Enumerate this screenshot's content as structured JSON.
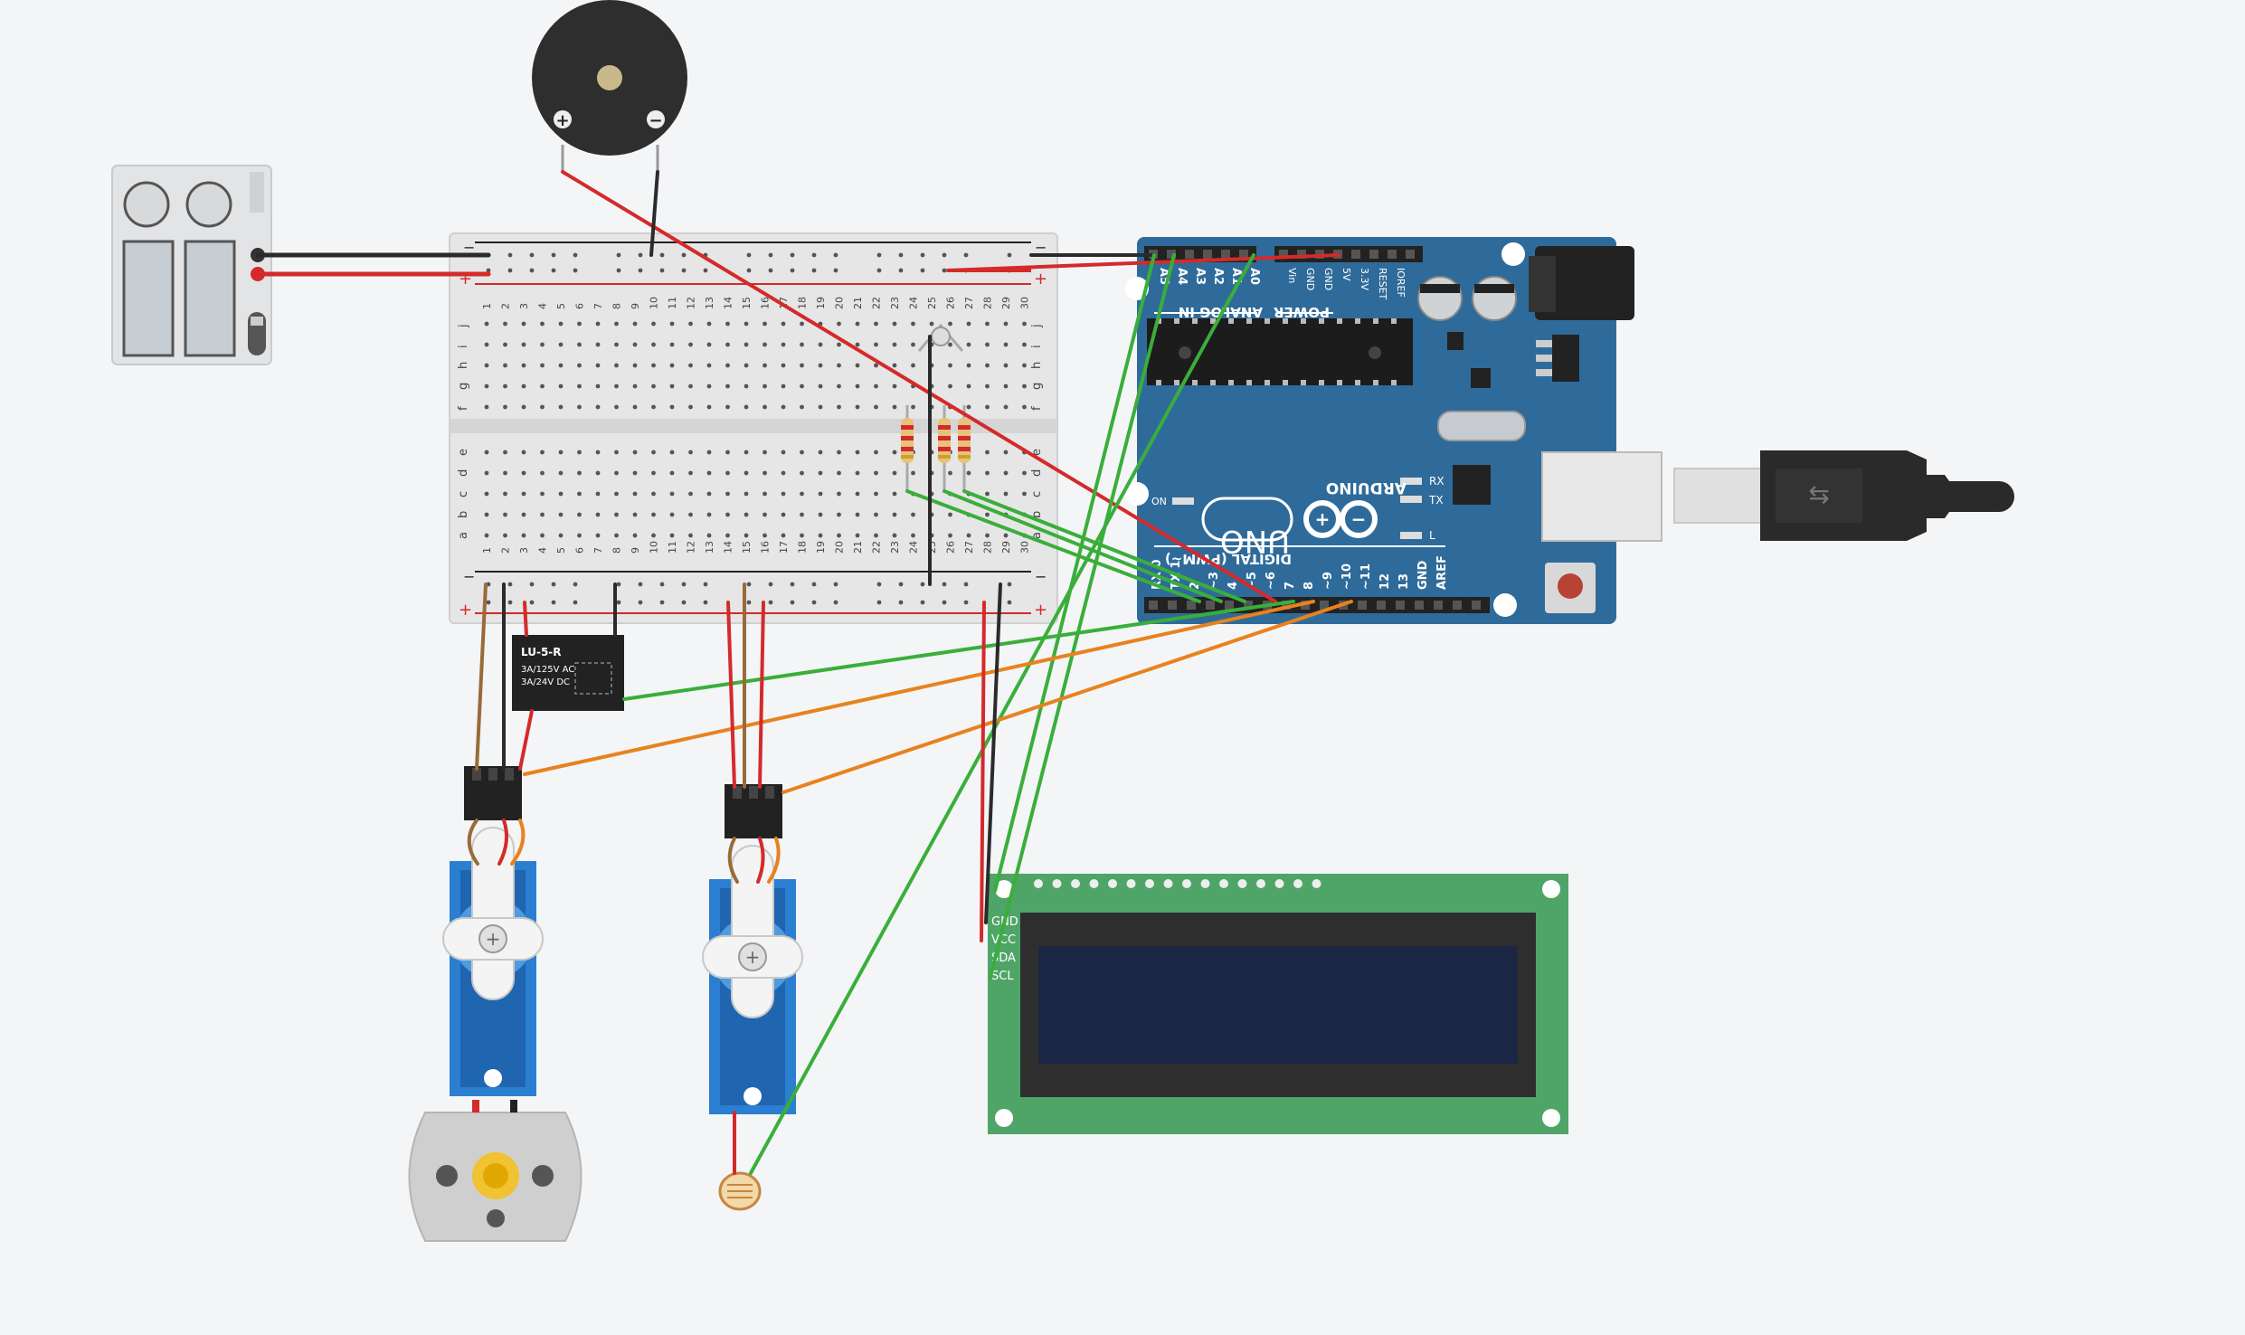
{
  "breadboard": {
    "columns": [
      "1",
      "2",
      "3",
      "4",
      "5",
      "6",
      "7",
      "8",
      "9",
      "10",
      "11",
      "12",
      "13",
      "14",
      "15",
      "16",
      "17",
      "18",
      "19",
      "20",
      "21",
      "22",
      "23",
      "24",
      "25",
      "26",
      "27",
      "28",
      "29",
      "30"
    ],
    "rows_top": [
      "j",
      "i",
      "h",
      "g",
      "f"
    ],
    "rows_bottom": [
      "e",
      "d",
      "c",
      "b",
      "a"
    ],
    "rail_plus": "+",
    "rail_minus": "−"
  },
  "arduino": {
    "brand": "ARDUINO",
    "model": "UNO",
    "analog_header": "ANALOG IN",
    "analog_pins": [
      "A5",
      "A4",
      "A3",
      "A2",
      "A1",
      "A0"
    ],
    "power_header": "POWER",
    "power_pins": [
      "Vin",
      "GND",
      "GND",
      "5V",
      "3.3V",
      "RESET",
      "IOREF"
    ],
    "digital_header": "DIGITAL (PWM~)",
    "digital_pins": [
      "RX 0",
      "TX 1",
      "2",
      "~3",
      "4",
      "~5",
      "~6",
      "7",
      "8",
      "~9",
      "~10",
      "~11",
      "12",
      "13",
      "GND",
      "AREF"
    ],
    "led_on": "ON",
    "led_tx": "TX",
    "led_rx": "RX",
    "led_l": "L"
  },
  "relay": {
    "model": "LU-5-R",
    "rating_ac": "3A/125V AC",
    "rating_dc": "3A/24V DC"
  },
  "lcd": {
    "pins": [
      "GND",
      "VCC",
      "SDA",
      "SCL"
    ]
  },
  "buzzer": {
    "plus": "+",
    "minus": "−"
  },
  "battery": {
    "label": ""
  },
  "colors": {
    "background": "#f3f5f7",
    "arduino_blue": "#2f6b9a",
    "wire_red": "#d42a2a",
    "wire_black": "#2b2b2b",
    "wire_green": "#3aae3a",
    "wire_orange": "#e8821e",
    "wire_brown": "#9a6a3a",
    "lcd_green": "#4ea567",
    "lcd_screen": "#1b2644",
    "servo_blue": "#2b7fd0"
  }
}
